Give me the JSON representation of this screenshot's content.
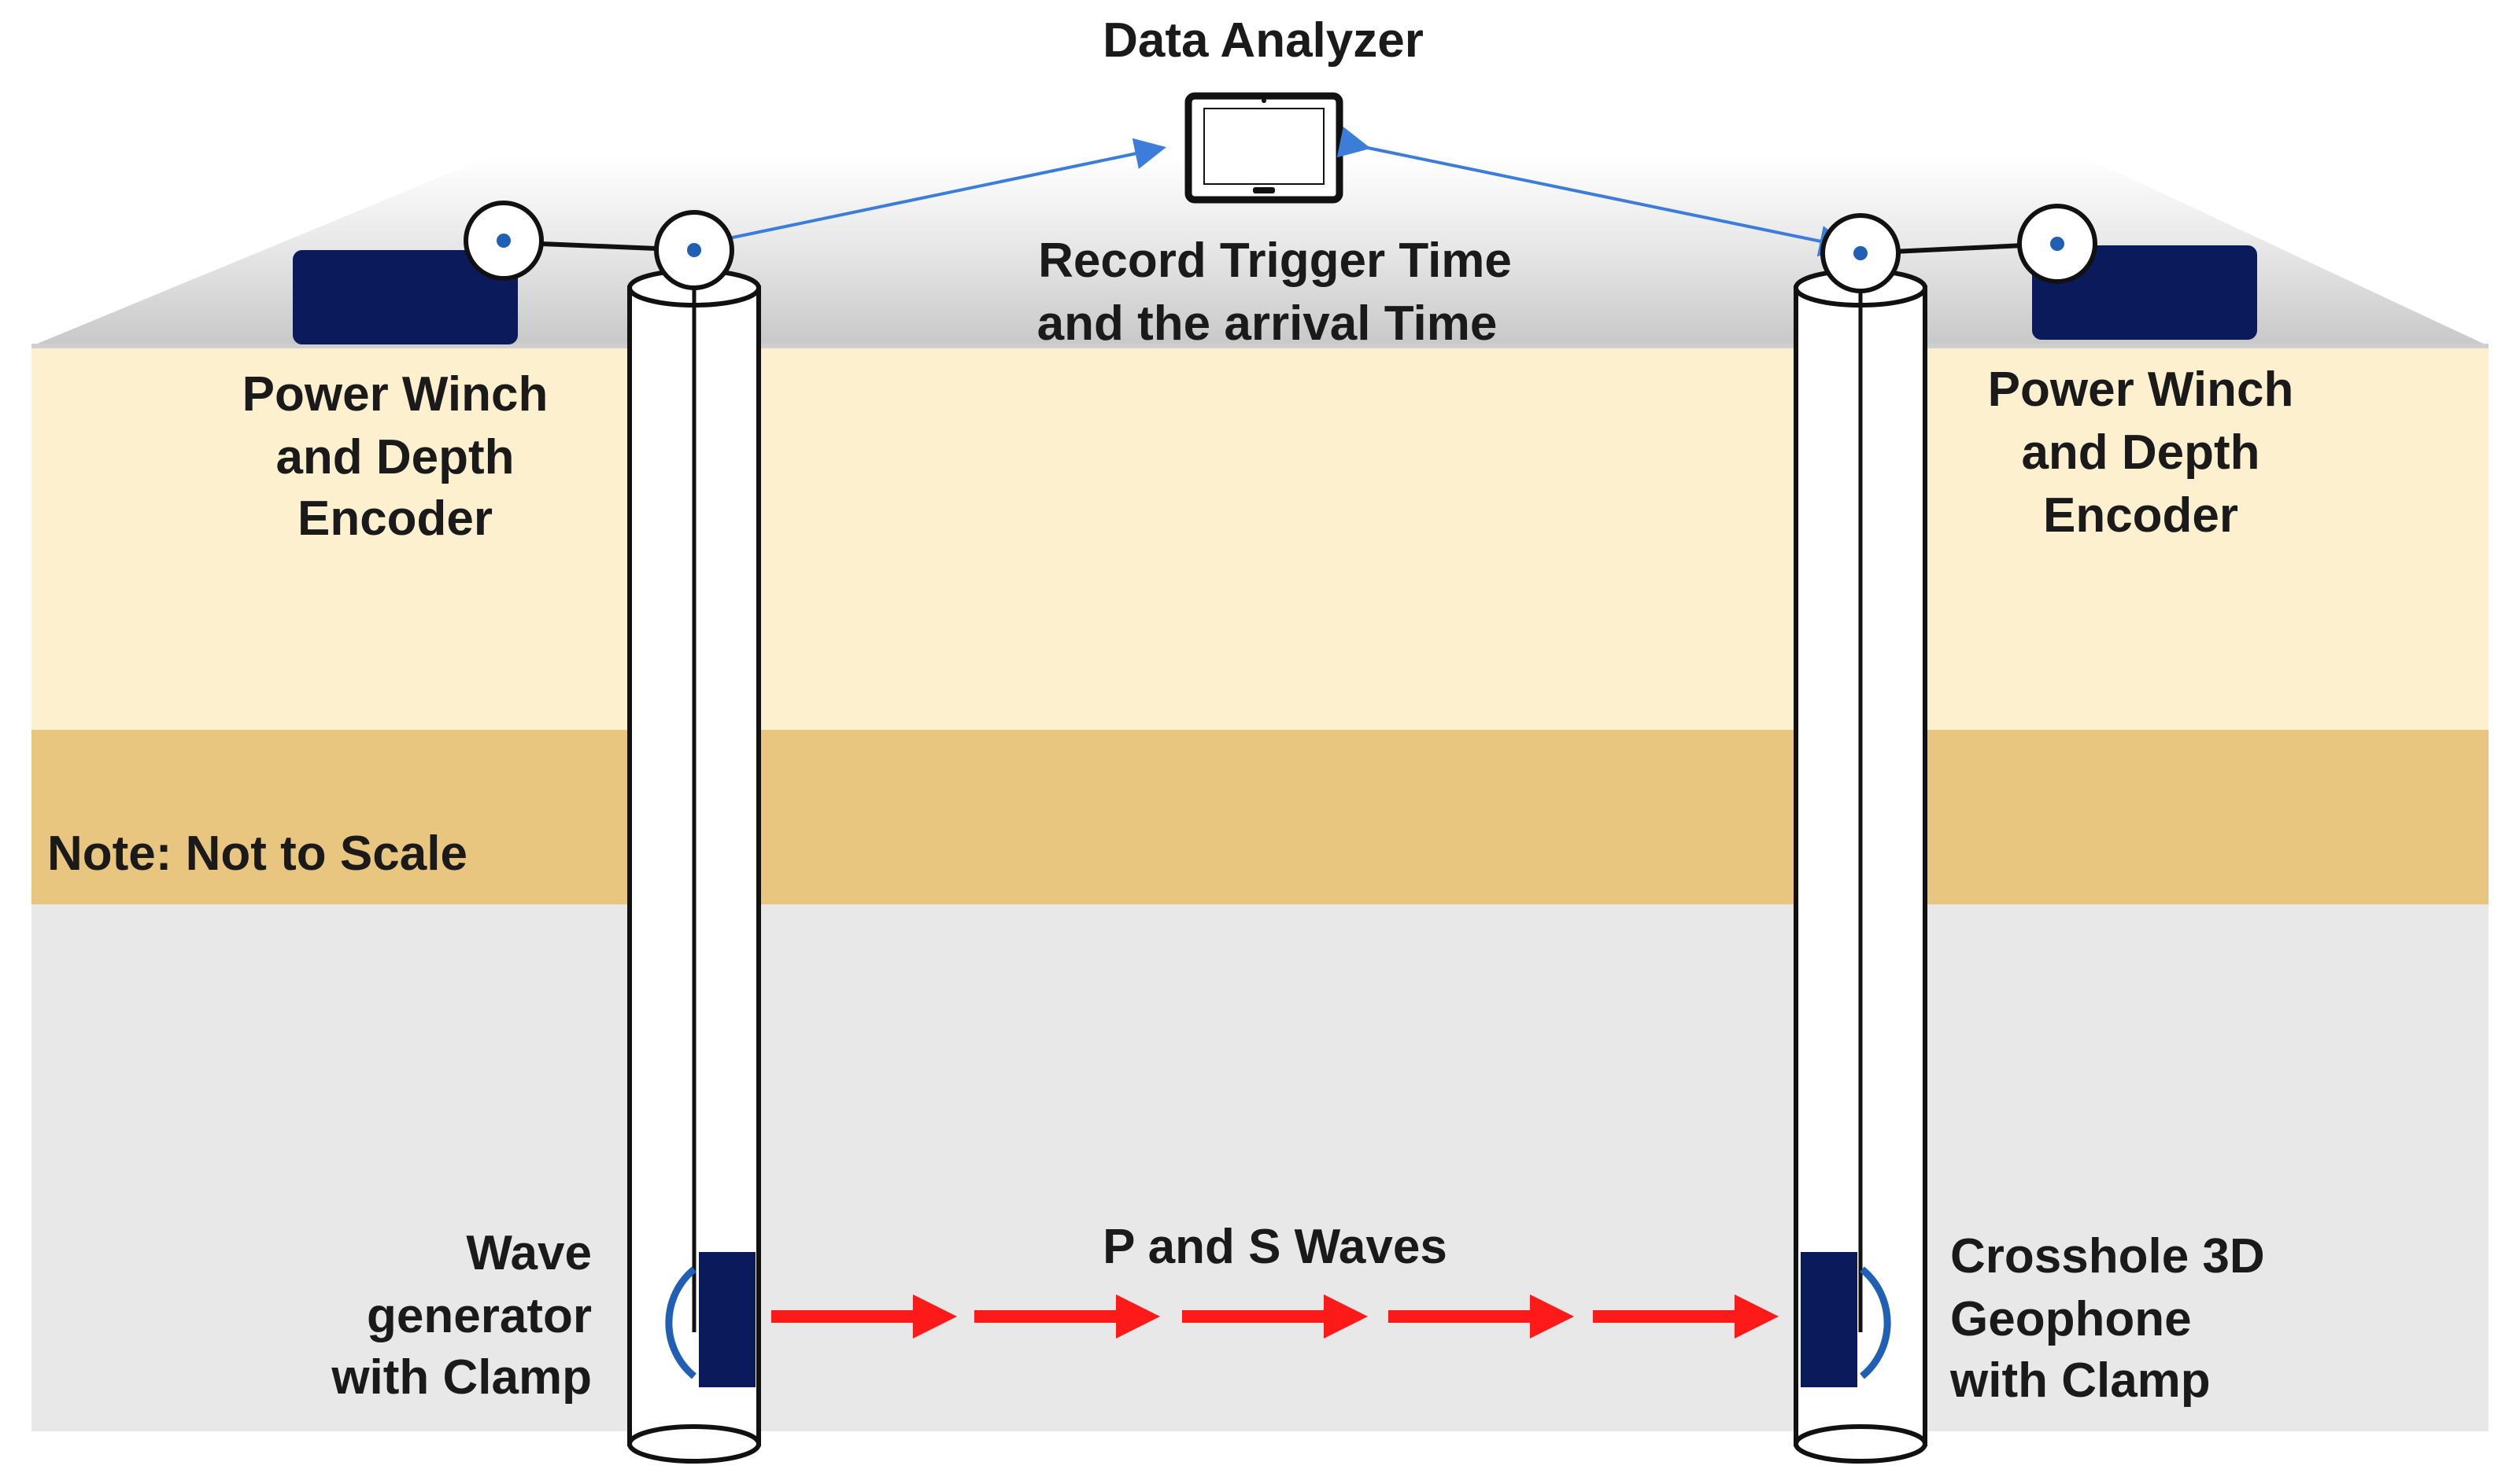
{
  "title": "Data Analyzer",
  "record_text": [
    "Record Trigger Time",
    "and the arrival Time"
  ],
  "left_winch_label": [
    "Power Winch",
    "and Depth",
    "Encoder"
  ],
  "right_winch_label": [
    "Power Winch",
    "and Depth",
    "Encoder"
  ],
  "note": "Note: Not to Scale",
  "wave_label": "P and S Waves",
  "source_label": [
    "Wave",
    "generator",
    "with Clamp"
  ],
  "receiver_label": [
    "Crosshole 3D",
    "Geophone",
    "with Clamp"
  ],
  "colors": {
    "top_layer": "#fdf0cf",
    "middle_layer": "#e8c67f",
    "bottom_layer": "#e8e8e8",
    "ground_surface": "#d4d4d4",
    "device_navy": "#0b1a5a",
    "signal_line": "#3b7dd8",
    "wave_arrow": "#ff1a1a",
    "clamp_blue": "#1f5fb4"
  },
  "icons": {
    "analyzer": "tablet-icon",
    "pulley": "pulley-icon",
    "winch": "winch-box-icon"
  }
}
